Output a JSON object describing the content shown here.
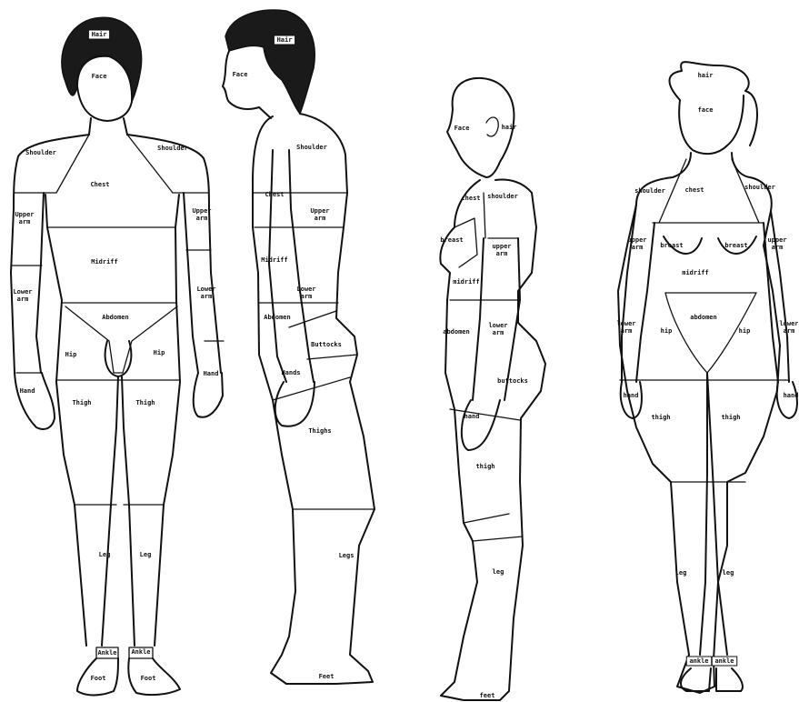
{
  "figures": {
    "male_front": {
      "hair": "Hair",
      "face": "Face",
      "shoulder_left": "Shoulder",
      "shoulder_right": "Shoulder",
      "chest": "Chest",
      "upper_arm_left": "Upper\narm",
      "upper_arm_right": "Upper\narm",
      "midriff": "Midriff",
      "lower_arm_left": "Lower\narm",
      "lower_arm_right": "Lower\narm",
      "abdomen": "Abdomen",
      "hip_left": "Hip",
      "hip_right": "Hip",
      "hand_left": "Hand",
      "hand_right": "Hand",
      "thigh_left": "Thigh",
      "thigh_right": "Thigh",
      "leg_left": "Leg",
      "leg_right": "Leg",
      "ankle_left": "Ankle",
      "ankle_right": "Ankle",
      "foot_left": "Foot",
      "foot_right": "Foot"
    },
    "male_side": {
      "hair": "Hair",
      "face": "Face",
      "shoulder": "Shoulder",
      "chest": "Chest",
      "upper_arm": "Upper\narm",
      "midriff": "Midriff",
      "lower_arm": "Lower\narm",
      "abdomen": "Abdomen",
      "buttocks": "Buttocks",
      "hands": "Hands",
      "thighs": "Thighs",
      "legs": "Legs",
      "feet": "Feet"
    },
    "female_side": {
      "face": "Face",
      "hair": "hair",
      "chest": "chest",
      "shoulder": "shoulder",
      "breast": "breast",
      "upper_arm": "upper\narm",
      "midriff": "midriff",
      "abdomen": "abdomen",
      "lower_arm": "lower\narm",
      "buttocks": "buttocks",
      "hand": "hand",
      "thigh": "thigh",
      "leg": "leg",
      "feet": "feet"
    },
    "female_front": {
      "hair": "hair",
      "face": "face",
      "shoulder_left": "shoulder",
      "chest": "chest",
      "shoulder_right": "shoulder",
      "upper_arm_left": "upper\narm",
      "breast_left": "breast",
      "breast_right": "breast",
      "upper_arm_right": "upper\narm",
      "midriff": "midriff",
      "abdomen": "abdomen",
      "lower_arm_left": "lower\narm",
      "hip_left": "hip",
      "hip_right": "hip",
      "lower_arm_right": "lower\narm",
      "hand_left": "hand",
      "hand_right": "hand",
      "thigh_left": "thigh",
      "thigh_right": "thigh",
      "leg_left": "leg",
      "leg_right": "leg",
      "ankle_left": "ankle",
      "ankle_right": "ankle"
    }
  }
}
